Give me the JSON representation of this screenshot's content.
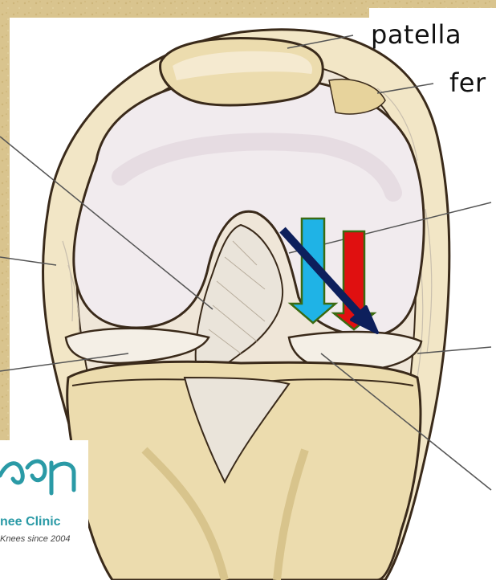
{
  "labels": {
    "patella": "patella",
    "femur_partial": "fer"
  },
  "logo": {
    "name_partial": "nee Clinic",
    "tagline_partial": "Knees since 2004"
  },
  "colors": {
    "background": "#d9c48e",
    "bone": "#ecdcae",
    "cartilage": "#f1ebee",
    "ligament": "#e8e1d4",
    "outline": "#3a2a1a",
    "arrow_cyan": "#1fb3e6",
    "arrow_red": "#e01010",
    "arrow_outline": "#3b6b12",
    "arrow_navy": "#0d1f5c",
    "logo_teal": "#2a9aa6"
  },
  "arrows": [
    {
      "name": "cyan-down-arrow",
      "direction": "down"
    },
    {
      "name": "red-down-arrow",
      "direction": "down"
    },
    {
      "name": "navy-diagonal-arrow",
      "direction": "down-right"
    }
  ]
}
